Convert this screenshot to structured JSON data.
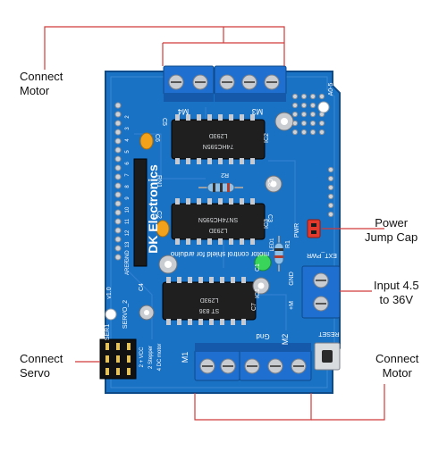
{
  "annotations": {
    "connect_motor_top": [
      "Connect",
      "Motor"
    ],
    "power_jump_cap": [
      "Power",
      "Jump Cap"
    ],
    "input_voltage": [
      "Input 4.5",
      "to 36V"
    ],
    "connect_servo": [
      "Connect",
      "Servo"
    ],
    "connect_motor_bottom": [
      "Connect",
      "Motor"
    ]
  },
  "board": {
    "brand": "DK Electronics",
    "subtitle": "motor control shield for arduino",
    "motor_labels": [
      "M4",
      "M3",
      "M1",
      "M2"
    ],
    "gnd_label": "Gnd",
    "ext_pwr_label": "EXT_PWR",
    "pwr_label": "PWR",
    "gnd_plus_labels": [
      "GND",
      "+M"
    ],
    "reset_label": "RESET",
    "servo_labels": [
      "SER1",
      "SERVO_2"
    ],
    "version_label": "v1.0",
    "led_label": "LED1",
    "cap_labels": [
      "C5",
      "C6",
      "C8",
      "C2",
      "C3",
      "C1",
      "C7",
      "C4"
    ],
    "ic_labels": [
      "IC2",
      "IC3",
      "IC1"
    ],
    "chip_markings": [
      [
        "L293D",
        "74HC595N"
      ],
      [
        "SN74HC595N",
        "L293D"
      ],
      [
        "L293D",
        "ST 836"
      ]
    ],
    "resistor_labels": [
      "R2",
      "RN1",
      "R1"
    ],
    "pin_header_labels": [
      "AREF",
      "GND",
      "13",
      "12",
      "11",
      "10",
      "9",
      "8",
      "7",
      "6",
      "5",
      "4",
      "3",
      "2"
    ],
    "analog_label": "A0-5",
    "servo_row_labels": [
      "2 + VCC",
      "2 Stepper",
      "4 DC motor"
    ]
  },
  "colors": {
    "pcb": "#1a72c4",
    "pcb_dark": "#0f4f92",
    "terminal": "#1e6fd0",
    "chip": "#1f1f1f",
    "capacitor": "#f2a21b",
    "leader_line": "#d23a3a",
    "led": "#39d45a",
    "jumper": "#e23b2e"
  }
}
